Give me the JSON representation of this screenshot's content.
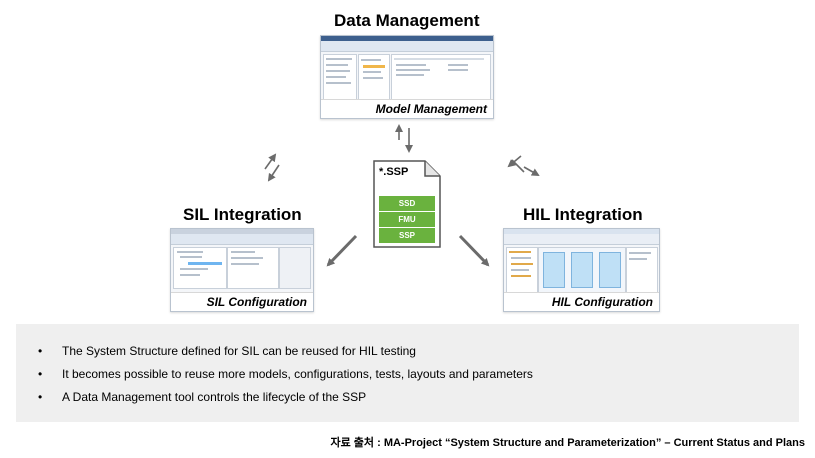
{
  "titles": {
    "data_management": "Data Management",
    "sil_integration": "SIL Integration",
    "hil_integration": "HIL Integration"
  },
  "captions": {
    "model_management": "Model Management",
    "sil_configuration": "SIL Configuration",
    "hil_configuration": "HIL Configuration"
  },
  "ssp_file": {
    "label": "*.SSP",
    "parts": [
      "SSD",
      "FMU",
      "SSP"
    ]
  },
  "bullets": [
    "The System Structure defined for SIL can be reused for HIL testing",
    "It becomes possible to reuse more models, configurations, tests, layouts and parameters",
    "A Data Management tool controls the lifecycle of the SSP"
  ],
  "bullet_marker": "•",
  "source": "자료 출처 : MA-Project “System Structure and Parameterization” – Current Status and Plans",
  "colors": {
    "ssp_green": "#6ab23e",
    "arrow_gray": "#6b6b6b",
    "info_background": "#efefef"
  }
}
